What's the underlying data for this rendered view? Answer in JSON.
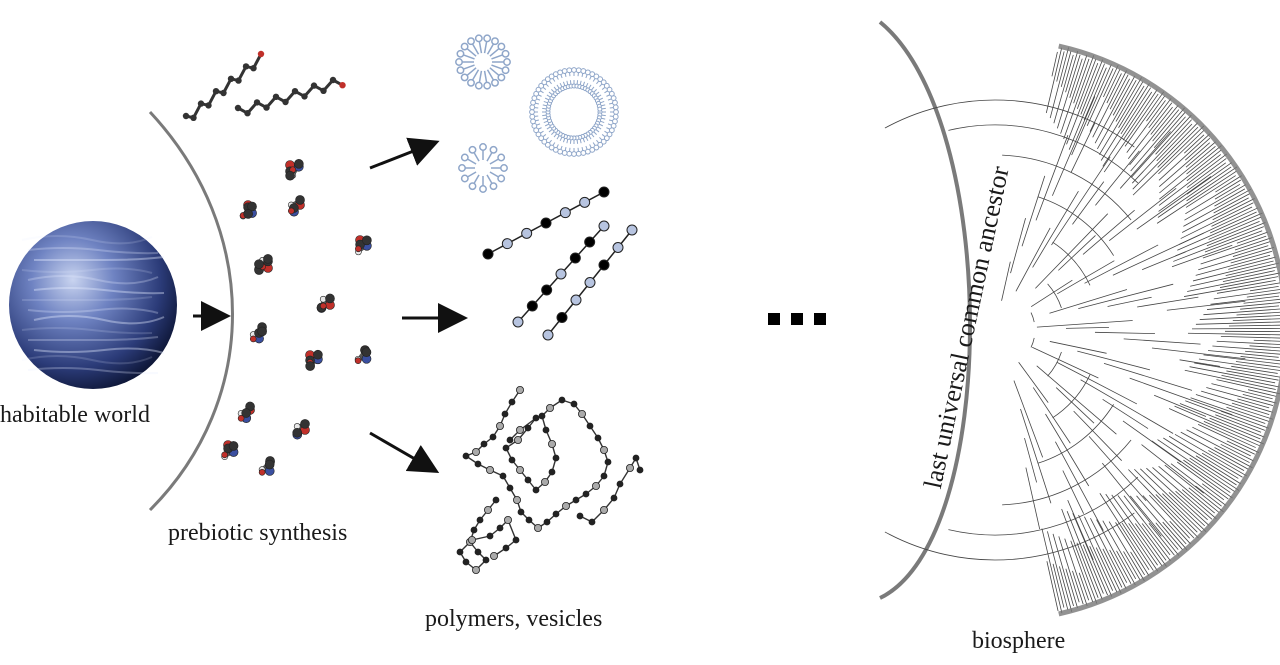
{
  "labels": {
    "habitable_world": "habitable world",
    "prebiotic_synthesis": "prebiotic synthesis",
    "polymers_vesicles": "polymers, vesicles",
    "biosphere": "biosphere",
    "luca": "last universal common ancestor"
  },
  "colors": {
    "planet_dark": "#1b2a5c",
    "planet_light": "#8fa3d6",
    "carbon": "#333333",
    "oxygen": "#c0302a",
    "nitrogen": "#3a4fa0",
    "hydrogen": "#e8e8e8",
    "vesicle": "#8fa6c9",
    "monomer_light": "#b7c4e0",
    "monomer_dark": "#000000",
    "tree_line": "#444444"
  },
  "icons": [
    "planet",
    "molecule",
    "arrow",
    "micelle",
    "vesicle",
    "polymer-chain",
    "branched-polymer",
    "ellipsis",
    "phylogenetic-tree"
  ]
}
